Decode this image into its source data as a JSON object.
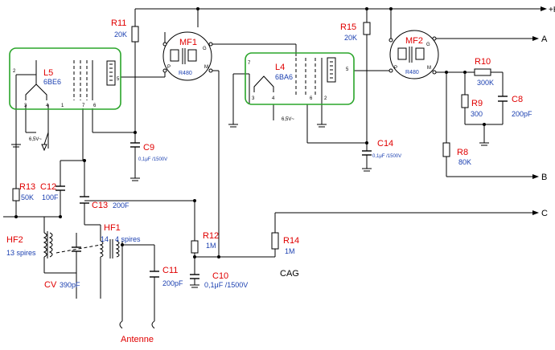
{
  "components": {
    "r11": {
      "ref": "R11",
      "value": "20K"
    },
    "r15": {
      "ref": "R15",
      "value": "20K"
    },
    "r10": {
      "ref": "R10",
      "value": "300K"
    },
    "r9": {
      "ref": "R9",
      "value": "300"
    },
    "r8": {
      "ref": "R8",
      "value": "80K"
    },
    "r13": {
      "ref": "R13",
      "value": "50K"
    },
    "r12": {
      "ref": "R12",
      "value": "1M"
    },
    "r14": {
      "ref": "R14",
      "value": "1M"
    },
    "c8": {
      "ref": "C8",
      "value": "200pF"
    },
    "c9": {
      "ref": "C9",
      "value": "0,1μF /1500V"
    },
    "c10": {
      "ref": "C10",
      "value": "0,1μF /1500V"
    },
    "c11": {
      "ref": "C11",
      "value": "200pF"
    },
    "c12": {
      "ref": "C12",
      "value": "100F"
    },
    "c13": {
      "ref": "C13",
      "value": "200F"
    },
    "c14": {
      "ref": "C14",
      "value": "0,1μF /1500V"
    },
    "cv": {
      "ref": "CV",
      "value": "390pF"
    },
    "hf1": {
      "ref": "HF1",
      "value": "4 spires",
      "pin": "14"
    },
    "hf2": {
      "ref": "HF2",
      "value": "13 spires"
    },
    "mf1": {
      "ref": "MF1",
      "value": "R480",
      "pin_g": "G",
      "pin_p": "P",
      "pin_m": "M"
    },
    "mf2": {
      "ref": "MF2",
      "value": "R480",
      "pin_g": "G",
      "pin_p": "P",
      "pin_m": "M"
    },
    "l5": {
      "ref": "L5",
      "value": "6BE6",
      "pins": [
        "2",
        "3",
        "4",
        "1",
        "7",
        "6",
        "5"
      ],
      "heater": "6,5V~"
    },
    "l4": {
      "ref": "L4",
      "value": "6BA6",
      "pins": [
        "7",
        "3",
        "4",
        "6",
        "2",
        "5"
      ],
      "heater": "6,5V~"
    }
  },
  "outputs": {
    "ht": "+HT",
    "a": "A",
    "b": "B",
    "c": "C"
  },
  "labels": {
    "antenna": "Antenne",
    "cag": "CAG"
  },
  "colors": {
    "ref": "#e00000",
    "value": "#1a3fb0",
    "tube_outline": "#2aa52a",
    "wire": "#000000"
  }
}
